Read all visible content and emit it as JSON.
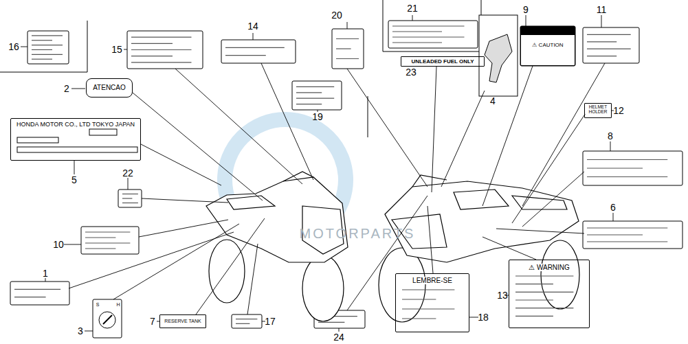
{
  "diagram": {
    "nodes": [
      {
        "text": [
          "ATENCAO"
        ]
      },
      {
        "text": [
          "HONDA MOTOR CO., LTD TOKYO JAPAN"
        ]
      },
      {
        "text": [
          "RESERVE TANK"
        ]
      },
      {
        "text": [
          "UNLEADED FUEL ONLY"
        ]
      },
      {
        "text": [
          "LEMBRE-SE"
        ]
      },
      {
        "text": [
          "⚠ CAUTION"
        ]
      },
      {
        "text": [
          "⚠ WARNING"
        ]
      },
      {
        "text": [
          "HELMET HOLDER"
        ]
      }
    ],
    "labels": [
      "1",
      "2",
      "3",
      "4",
      "5",
      "6",
      "7",
      "8",
      "9",
      "10",
      "11",
      "12",
      "13",
      "14",
      "15",
      "16",
      "17",
      "18",
      "19",
      "20",
      "21",
      "22",
      "23",
      "24",
      "S",
      "H",
      "MOTORPARTS"
    ]
  }
}
